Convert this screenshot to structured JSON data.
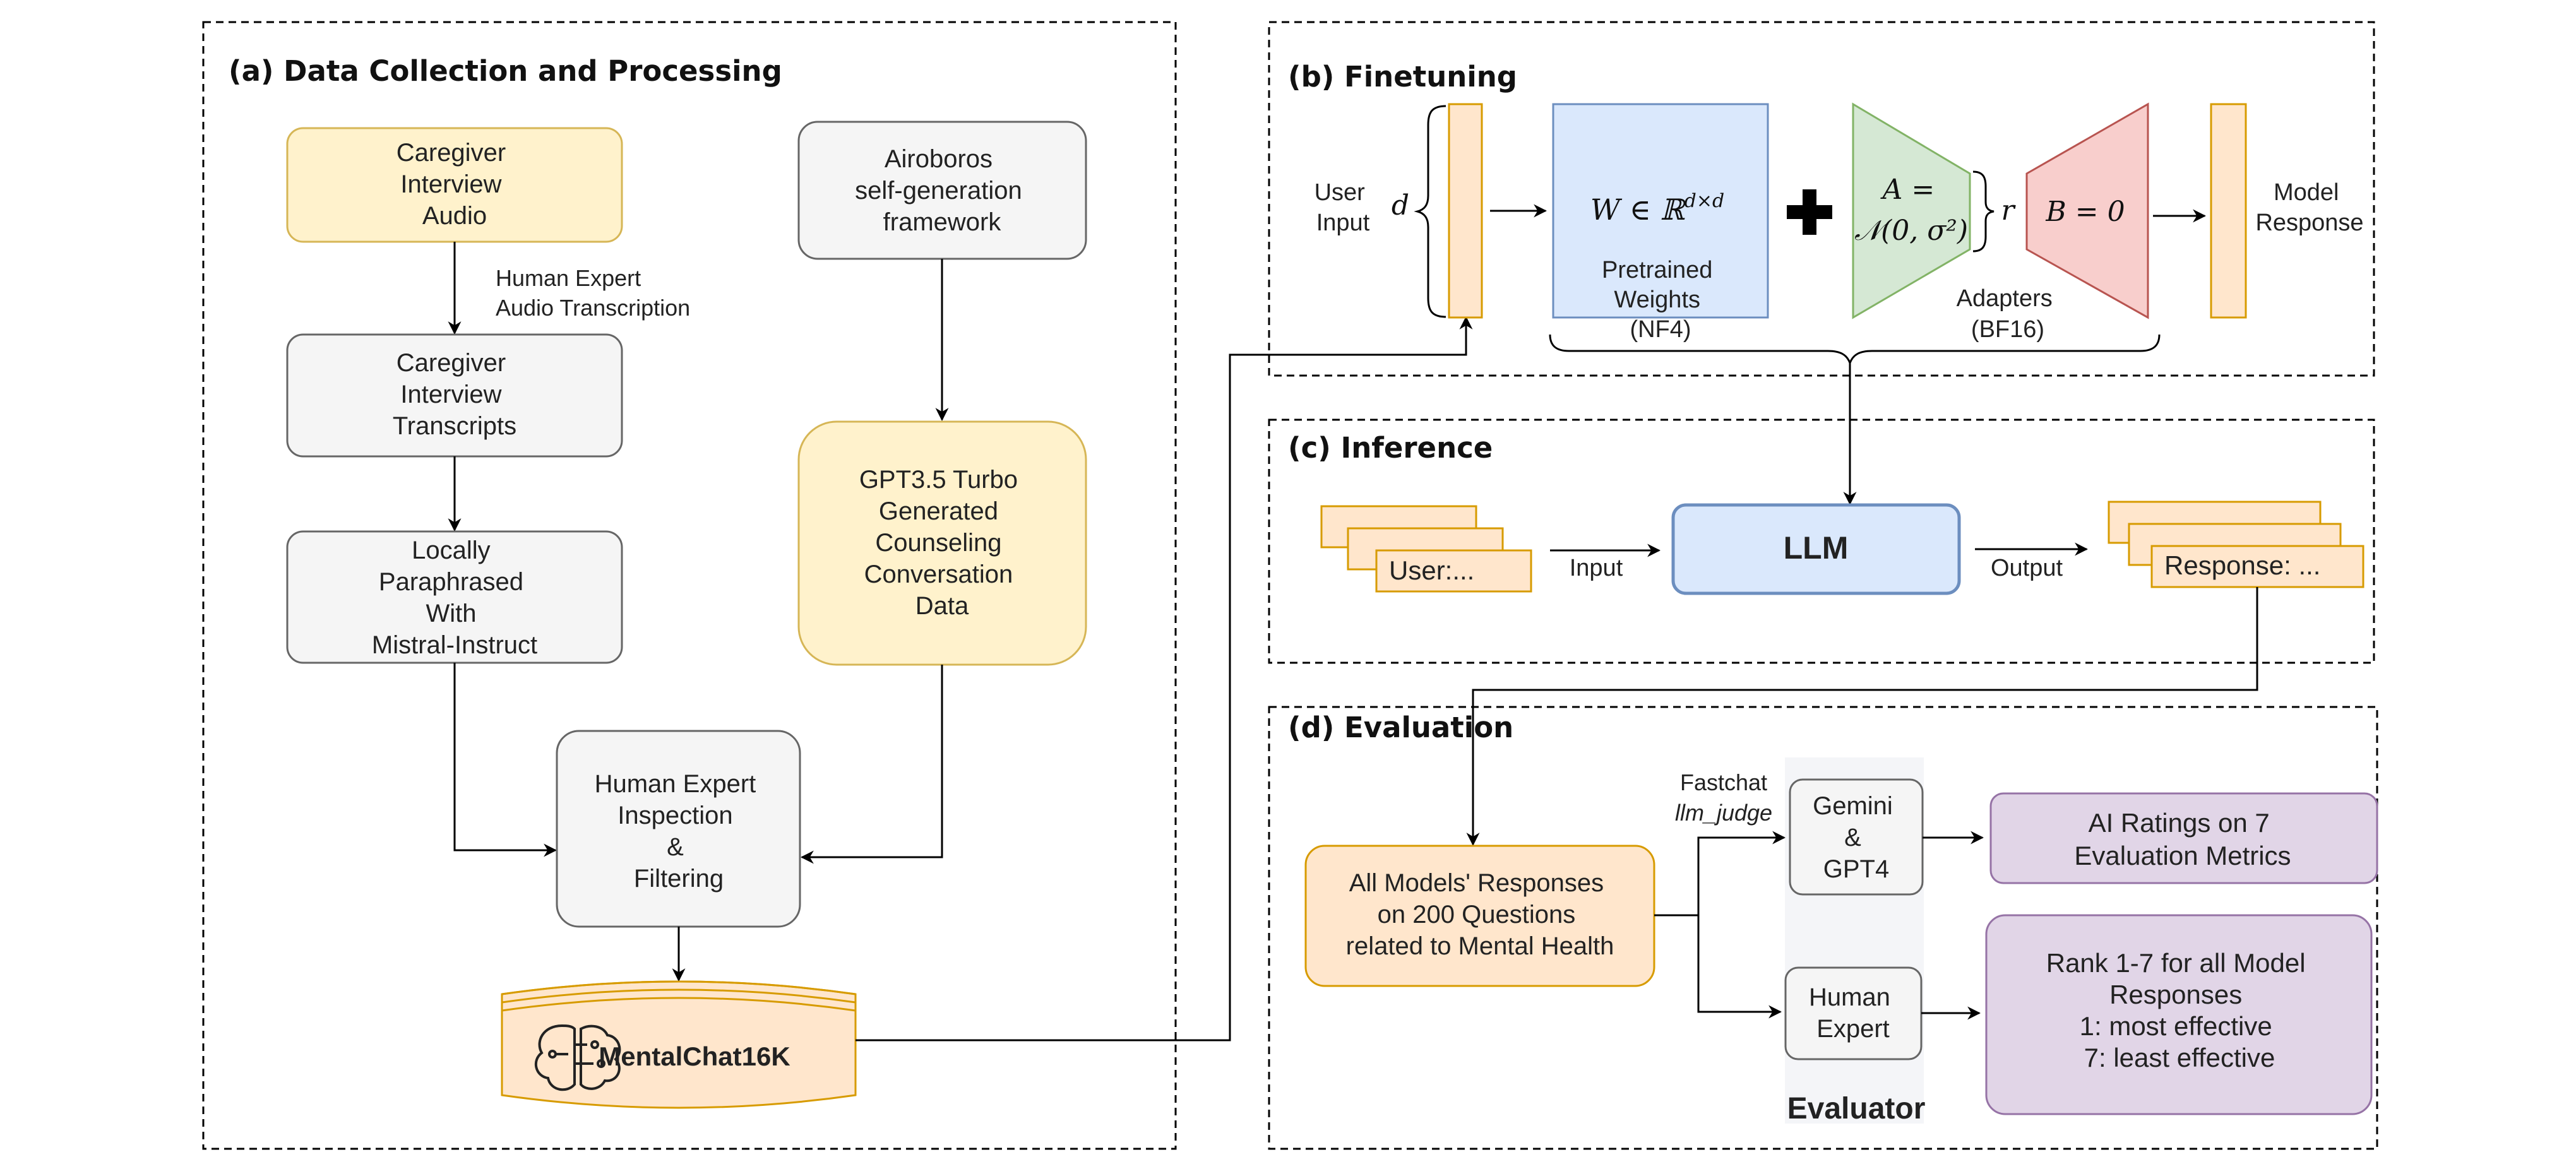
{
  "sections": {
    "a": "(a) Data Collection and Processing",
    "b": "(b) Finetuning",
    "c": "(c) Inference",
    "d": "(d) Evaluation"
  },
  "data_collection": {
    "caregiver_audio": [
      "Caregiver",
      "Interview",
      "Audio"
    ],
    "transcription_label": [
      "Human Expert",
      "Audio Transcription"
    ],
    "transcripts": [
      "Caregiver",
      "Interview",
      "Transcripts"
    ],
    "paraphrased": [
      "Locally",
      "Paraphrased",
      "With",
      "Mistral-Instruct"
    ],
    "airoboros": [
      "Airoboros",
      "self-generation",
      "framework"
    ],
    "gpt_generated": [
      "GPT3.5 Turbo",
      "Generated",
      "Counseling",
      "Conversation",
      "Data"
    ],
    "inspection": [
      "Human Expert",
      "Inspection",
      "&",
      "Filtering"
    ],
    "dataset": "MentalChat16K"
  },
  "finetuning": {
    "user_input": [
      "User",
      "Input"
    ],
    "d_symbol": "d",
    "weight_formula": "W ∈ ℝ",
    "weight_superscript": "d×d",
    "pretrained": [
      "Pretrained",
      "Weights",
      "(NF4)"
    ],
    "a_formula": [
      "A =",
      "𝒩(0, σ²)"
    ],
    "r_symbol": "r",
    "b_formula": "B = 0",
    "adapters": [
      "Adapters",
      "(BF16)"
    ],
    "model_response": [
      "Model",
      "Response"
    ]
  },
  "inference": {
    "user_prompt": "User:...",
    "input_label": "Input",
    "llm": "LLM",
    "output_label": "Output",
    "response": "Response: ..."
  },
  "evaluation": {
    "responses": [
      "All Models' Responses",
      "on 200 Questions",
      "related to Mental Health"
    ],
    "fastchat": "Fastchat",
    "llm_judge": "llm_judge",
    "gemini_gpt4": [
      "Gemini",
      "&",
      "GPT4"
    ],
    "human_expert": [
      "Human",
      "Expert"
    ],
    "evaluator": "Evaluator",
    "ai_ratings": [
      "AI Ratings on 7",
      "Evaluation Metrics"
    ],
    "rank": [
      "Rank 1-7 for all Model",
      "Responses",
      "1: most effective",
      "7: least effective"
    ]
  },
  "colors": {
    "yellow_fill": "#fff2cc",
    "yellow_stroke": "#d6b656",
    "gray_fill": "#f5f5f5",
    "gray_stroke": "#666666",
    "orange_fill": "#ffe6cc",
    "orange_stroke": "#d79b00",
    "blue_fill": "#dae8fc",
    "blue_stroke": "#6c8ebf",
    "green_fill": "#d5e8d4",
    "green_stroke": "#82b366",
    "red_fill": "#f8cecc",
    "red_stroke": "#b85450",
    "purple_fill": "#e1d5e7",
    "purple_stroke": "#9673a6"
  }
}
